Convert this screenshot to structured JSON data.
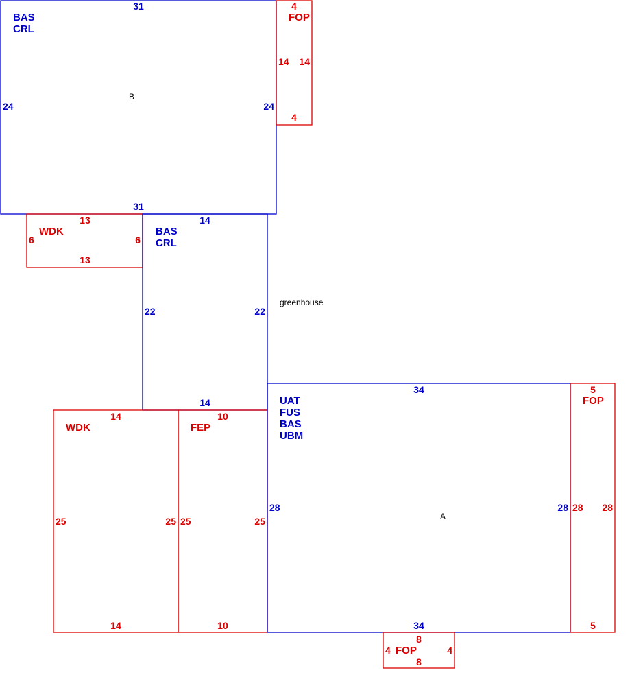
{
  "colors": {
    "main_area": "#0000cc",
    "addition_area": "#dd0000",
    "note": "#000000"
  },
  "building_b": {
    "codes": [
      "BAS",
      "CRL"
    ],
    "label": "B",
    "dims": {
      "top": "31",
      "bottom": "31",
      "left": "24",
      "right": "24"
    }
  },
  "fop_top": {
    "code": "FOP",
    "dims": {
      "top": "4",
      "bottom": "4",
      "left": "14",
      "right": "14"
    }
  },
  "wdk_small": {
    "code": "WDK",
    "dims": {
      "top": "13",
      "bottom": "13",
      "left": "6",
      "right": "6"
    }
  },
  "greenhouse_section": {
    "codes": [
      "BAS",
      "CRL"
    ],
    "label": "greenhouse",
    "dims": {
      "top": "14",
      "bottom": "14",
      "left": "22",
      "right": "22"
    }
  },
  "wdk_large": {
    "code": "WDK",
    "dims": {
      "top": "14",
      "bottom": "14",
      "left": "25",
      "right": "25"
    }
  },
  "fep": {
    "code": "FEP",
    "dims": {
      "top": "10",
      "bottom": "10",
      "left": "25",
      "right": "25"
    }
  },
  "building_a": {
    "codes": [
      "UAT",
      "FUS",
      "BAS",
      "UBM"
    ],
    "label": "A",
    "dims": {
      "top": "34",
      "bottom": "34",
      "left": "28",
      "right": "28"
    }
  },
  "fop_right": {
    "code": "FOP",
    "dims": {
      "top": "5",
      "bottom": "5",
      "left": "28",
      "right": "28"
    }
  },
  "fop_bottom": {
    "code": "FOP",
    "dims": {
      "top": "8",
      "bottom": "8",
      "left": "4",
      "right": "4"
    }
  }
}
